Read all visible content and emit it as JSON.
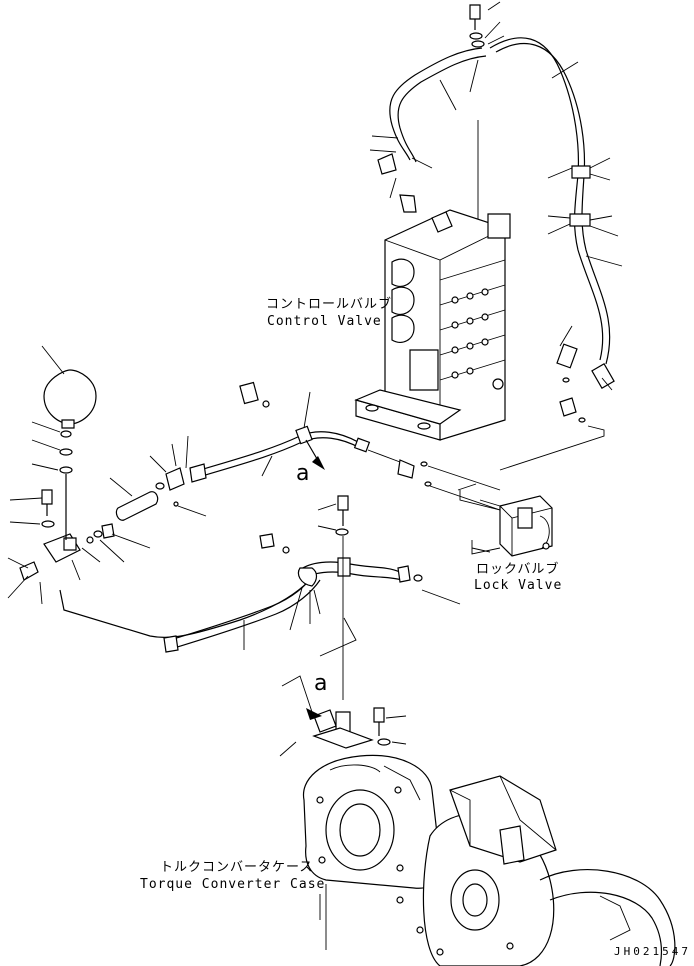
{
  "labels": {
    "control_valve_jp": "コントロールバルブ",
    "control_valve_en": "Control Valve",
    "lock_valve_jp": "ロックバルブ",
    "lock_valve_en": "Lock Valve",
    "torque_case_jp": "トルクコンバータケース",
    "torque_case_en": "Torque Converter Case",
    "view_ref_upper": "a",
    "view_ref_lower": "a",
    "drawing_code": "JH021547"
  }
}
